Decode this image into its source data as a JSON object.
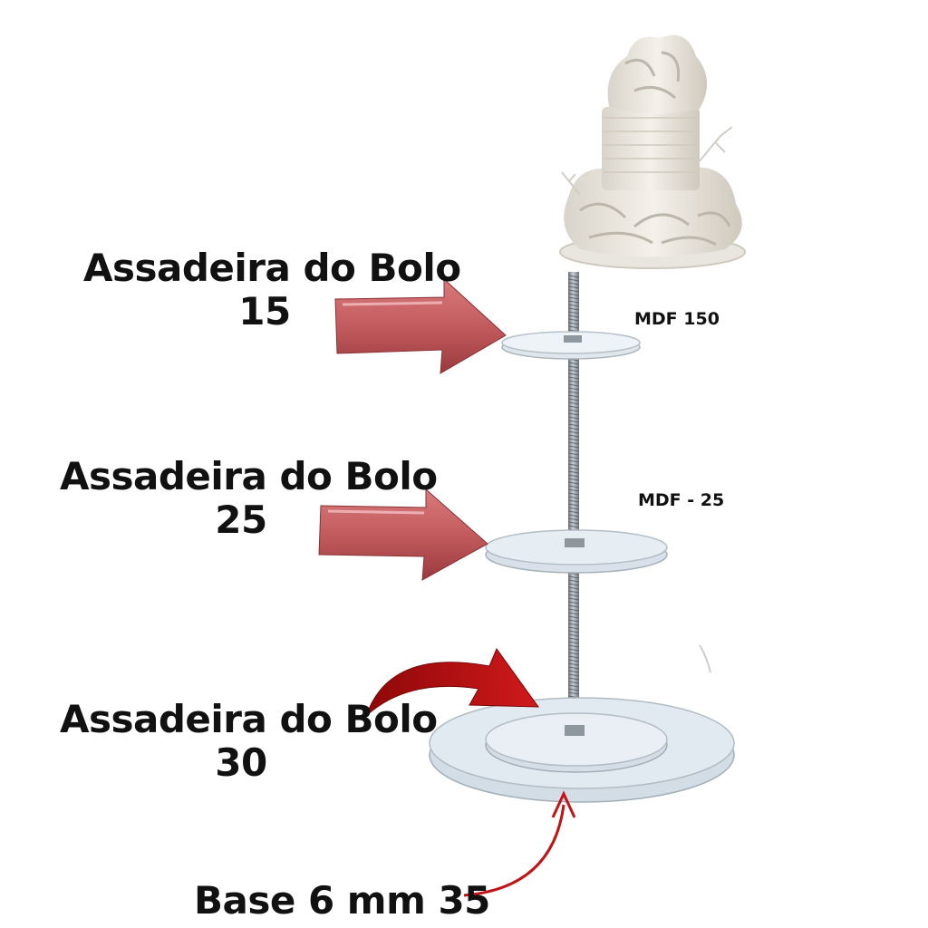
{
  "tiers": [
    {
      "label": "Assadeira do Bolo",
      "size": "15",
      "mdf": "MDF  150"
    },
    {
      "label": "Assadeira do Bolo",
      "size": "25",
      "mdf": "MDF  - 25"
    },
    {
      "label": "Assadeira do Bolo",
      "size": "30"
    }
  ],
  "base": {
    "label": "Base 6 mm 35"
  },
  "colors": {
    "arrow": "#c25b5e",
    "curved_arrow": "#b80d10",
    "disc": "#e3ecf3",
    "rod": "#8f979e",
    "text": "#111111"
  }
}
